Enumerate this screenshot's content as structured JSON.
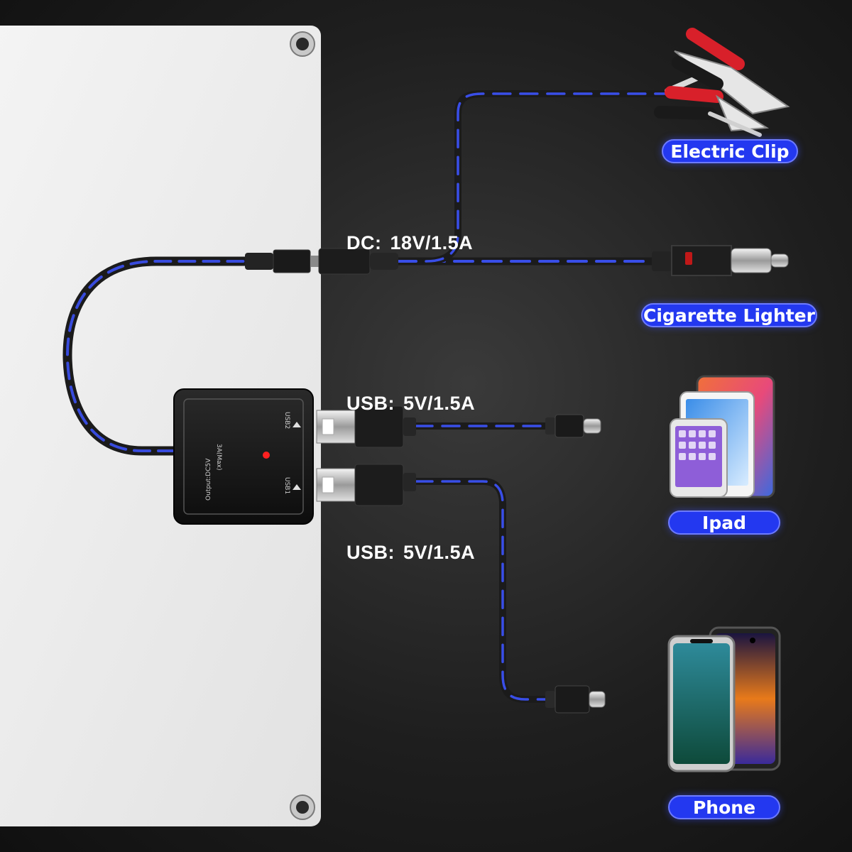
{
  "labels": {
    "dc": {
      "name": "DC:",
      "value": "18V/1.5A"
    },
    "usb1": {
      "name": "USB:",
      "value": "5V/1.5A"
    },
    "usb2": {
      "name": "USB:",
      "value": "5V/1.5A"
    }
  },
  "devices": {
    "electric_clip": "Electric Clip",
    "cigarette_lighter": "Cigarette Lighter",
    "ipad": "Ipad",
    "phone": "Phone"
  },
  "junction_box": {
    "print_output": "Output:DC5V",
    "print_max": "3A(Max)",
    "print_usb2": "USB2",
    "print_usb1": "USB1"
  },
  "colors": {
    "accent": "#2338f0",
    "cable_glow": "#3d54ff",
    "panel": "#ececec",
    "background": "#1e1e1e"
  }
}
